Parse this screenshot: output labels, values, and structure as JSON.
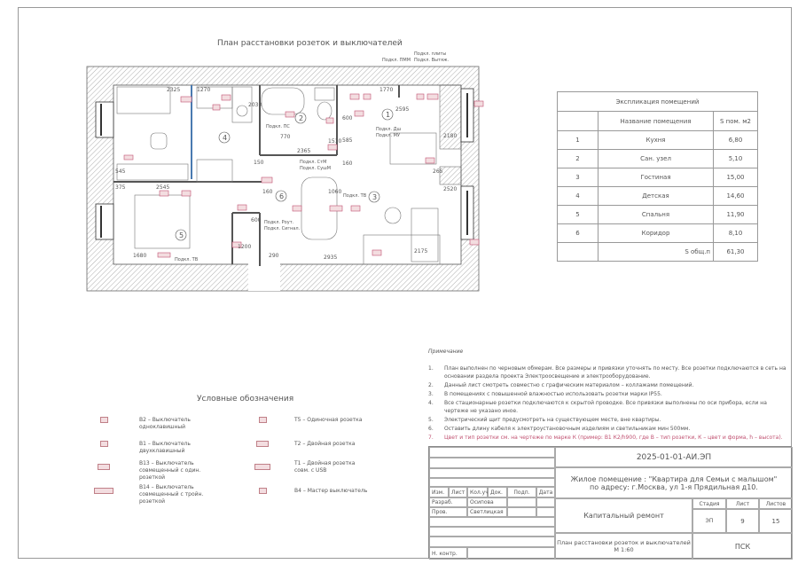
{
  "plan": {
    "title": "План расстановки розеток и выключателей",
    "room_numbers": [
      "1",
      "2",
      "3",
      "4",
      "5",
      "6"
    ],
    "dimensions": [
      "2325",
      "1270",
      "2030",
      "1770",
      "2595",
      "2365",
      "770",
      "1510",
      "160",
      "600",
      "585",
      "375",
      "2545",
      "150",
      "160",
      "1060",
      "600",
      "1200",
      "290",
      "2935",
      "2175",
      "1680",
      "545",
      "2180",
      "2520",
      "265"
    ],
    "connections": [
      "Подкл. ПММ",
      "Подкл. плиты",
      "Подкл. Вытяж.",
      "Подкл. ПС",
      "Подкл. Дш",
      "Подкл. МУ",
      "Подкл. СтМ",
      "Подкл. СушМ",
      "Подкл. ТВ",
      "Подкл. Роут.",
      "Подкл. Сигнал.",
      "Подкл. ТВ"
    ]
  },
  "explication": {
    "title": "Экспликация помещений",
    "col_name": "Название помещения",
    "col_area": "S пом. м2",
    "rows": [
      {
        "n": "1",
        "name": "Кухня",
        "area": "6,80"
      },
      {
        "n": "2",
        "name": "Сан. узел",
        "area": "5,10"
      },
      {
        "n": "3",
        "name": "Гостиная",
        "area": "15,00"
      },
      {
        "n": "4",
        "name": "Детская",
        "area": "14,60"
      },
      {
        "n": "5",
        "name": "Спальня",
        "area": "11,90"
      },
      {
        "n": "6",
        "name": "Коридор",
        "area": "8,10"
      }
    ],
    "total_label": "S общ.п",
    "total": "61,30"
  },
  "notes": {
    "title": "Примечание",
    "items": [
      {
        "n": "1.",
        "text": "План выполнен по черновым обмерам. Все размеры и привязки уточнять по месту. Все розетки подключаются в сеть на основании раздела проекта Электроосвещение и электрооборудование."
      },
      {
        "n": "2.",
        "text": "Данный лист смотреть совместно с графическим материалом – коллажами помещений."
      },
      {
        "n": "3.",
        "text": "В помещениях с повышенной влажностью использовать розетки марки IP55."
      },
      {
        "n": "4.",
        "text": "Все стационарные розетки подключаются к скрытой проводке. Все привязки выполнены по оси прибора, если на чертеже не указано иное."
      },
      {
        "n": "5.",
        "text": "Электрический щит предусмотреть на существующем месте, вне квартиры."
      },
      {
        "n": "6.",
        "text": "Оставить длину кабеля к электроустановочным изделиям и светильникам мин 500мм."
      },
      {
        "n": "7.",
        "text": "Цвет и тип розетки см. на чертеже по марке К (пример: В1 К2/h900, где В – тип розетки, К – цвет и форма, h – высота)."
      }
    ]
  },
  "legend": {
    "title": "Условные обозначения",
    "items": [
      {
        "label": "В2 – Выключатель одноклавишный",
        "icon": "single-switch"
      },
      {
        "label": "Т5 – Одиночная розетка",
        "icon": "single-socket"
      },
      {
        "label": "В1 – Выключатель двухклавишный",
        "icon": "double-switch"
      },
      {
        "label": "Т2 – Двойная розетка",
        "icon": "double-socket"
      },
      {
        "label": "В13 – Выключатель совмещенный с один. розеткой",
        "icon": "switch-socket"
      },
      {
        "label": "Т1 – Двойная розетка совм. с USB",
        "icon": "usb-socket"
      },
      {
        "label": "В14 – Выключатель совмещенный с тройн. розеткой",
        "icon": "switch-triple-socket"
      },
      {
        "label": "В4 – Мастер выключатель",
        "icon": "master-switch"
      }
    ]
  },
  "title_block": {
    "code": "2025-01-01-АИ.ЭП",
    "object_line1": "Жилое помещение : \"Квартира для Семьи с малышом\"",
    "object_line2": "по адресу: г.Москва, ул 1-я Прядильная д10.",
    "cols": [
      "Изм.",
      "Лист",
      "Кол.уч",
      "Док.",
      "Подп.",
      "Дата"
    ],
    "developed_label": "Разраб.",
    "developed_name": "Осипова",
    "checked_label": "Пров.",
    "checked_name": "Светлицкая",
    "norm_label": "Н. контр.",
    "stage_name": "Капитальный ремонт",
    "stage_label": "Стадия",
    "stage": "ЭП",
    "sheet_label": "Лист",
    "sheet": "9",
    "sheets_label": "Листов",
    "sheets": "15",
    "drawing_title": "План расстановки розеток и выключателей",
    "scale": "М 1:60",
    "org": "ПСК"
  },
  "colors": {
    "accent": "#c05070",
    "line": "#555555",
    "hatch": "#9a9a9a",
    "partition": "#4a7ab0"
  }
}
